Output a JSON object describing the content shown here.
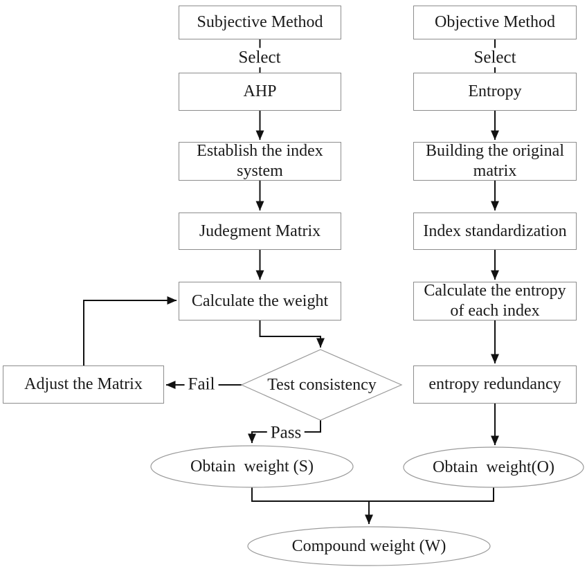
{
  "title": "Compound weighting flowchart (AHP + Entropy)",
  "nodes": {
    "subjective_method": "Subjective Method",
    "objective_method": "Objective Method",
    "select_left": "Select",
    "select_right": "Select",
    "ahp": "AHP",
    "entropy": "Entropy",
    "establish_index": "Establish the index system",
    "building_matrix": "Building the original matrix",
    "judgment_matrix": "Judegment Matrix",
    "index_standardization": "Index standardization",
    "calculate_weight": "Calculate the weight",
    "calculate_entropy": "Calculate the entropy of each index",
    "test_consistency": "Test consistency",
    "entropy_redundancy": "entropy redundancy",
    "adjust_matrix": "Adjust the Matrix",
    "fail_label": "Fail",
    "pass_label": "Pass",
    "obtain_weight_s": "Obtain  weight (S)",
    "obtain_weight_o": "Obtain  weight(O)",
    "compound_weight": "Compound weight (W)"
  },
  "colors": {
    "background": "#ffffff",
    "text": "#1a1a1a",
    "connector": "#111111",
    "box_border": "#8c8c8c",
    "shape_stroke": "#9a9a9a"
  }
}
